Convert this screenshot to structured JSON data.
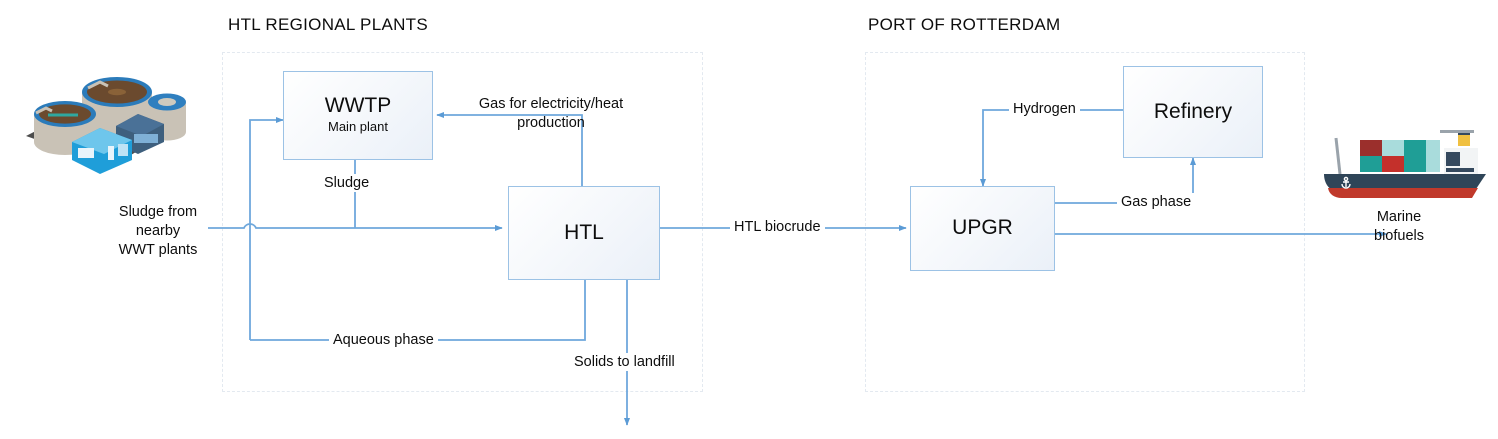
{
  "diagram": {
    "title_hidden": "HTL sludge-to-marine-biofuel process flow",
    "accent_line": "#6fa8dc",
    "box_border": "#9cc2e5",
    "zone_border": "#e3e9f0"
  },
  "zones": [
    {
      "id": "htl-regional-plants",
      "label": "HTL REGIONAL PLANTS"
    },
    {
      "id": "port-of-rotterdam",
      "label": "PORT OF ROTTERDAM"
    }
  ],
  "boxes": [
    {
      "id": "wwtp",
      "title": "WWTP",
      "subtitle": "Main plant"
    },
    {
      "id": "htl",
      "title": "HTL",
      "subtitle": ""
    },
    {
      "id": "upgr",
      "title": "UPGR",
      "subtitle": ""
    },
    {
      "id": "refinery",
      "title": "Refinery",
      "subtitle": ""
    }
  ],
  "flow_labels": {
    "sludge_feed": "Sludge from\nnearby\nWWT plants",
    "sludge_feed_lines": [
      "Sludge from",
      "nearby",
      "WWT plants"
    ],
    "gas_production": "Gas for electricity/heat\nproduction",
    "gas_production_lines": [
      "Gas for electricity/heat",
      "production"
    ],
    "sludge": "Sludge",
    "aqueous_phase": "Aqueous phase",
    "solids_to_landfill": "Solids to landfill",
    "htl_biocrude": "HTL biocrude",
    "hydrogen": "Hydrogen",
    "gas_phase": "Gas phase",
    "marine_biofuels": "Marine\nbiofuels",
    "marine_biofuels_lines": [
      "Marine",
      "biofuels"
    ]
  },
  "artwork": [
    {
      "id": "wwt-plant-icon",
      "name": "wastewater-treatment-plant-icon"
    },
    {
      "id": "cargo-ship-icon",
      "name": "cargo-ship-icon"
    }
  ]
}
